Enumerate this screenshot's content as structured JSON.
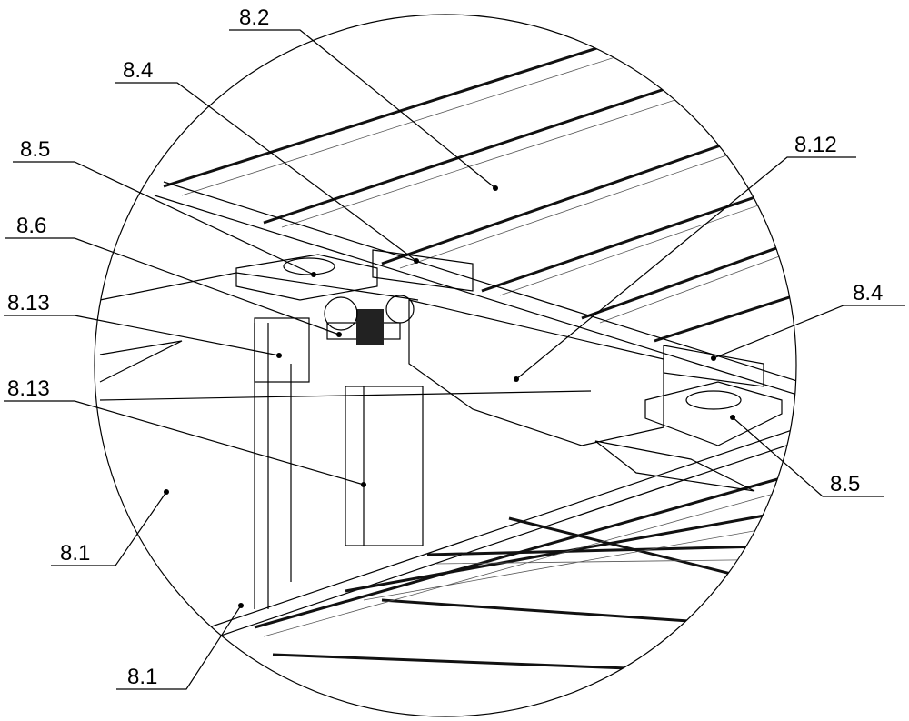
{
  "figure": {
    "labels": [
      {
        "id": "l1",
        "text": "8.2"
      },
      {
        "id": "l2",
        "text": "8.4"
      },
      {
        "id": "l3",
        "text": "8.5"
      },
      {
        "id": "l4",
        "text": "8.6"
      },
      {
        "id": "l5",
        "text": "8.13"
      },
      {
        "id": "l6",
        "text": "8.13"
      },
      {
        "id": "l7",
        "text": "8.12"
      },
      {
        "id": "l8",
        "text": "8.4"
      },
      {
        "id": "l9",
        "text": "8.5"
      },
      {
        "id": "l10",
        "text": "8.1"
      },
      {
        "id": "l11",
        "text": "8.1"
      }
    ]
  }
}
